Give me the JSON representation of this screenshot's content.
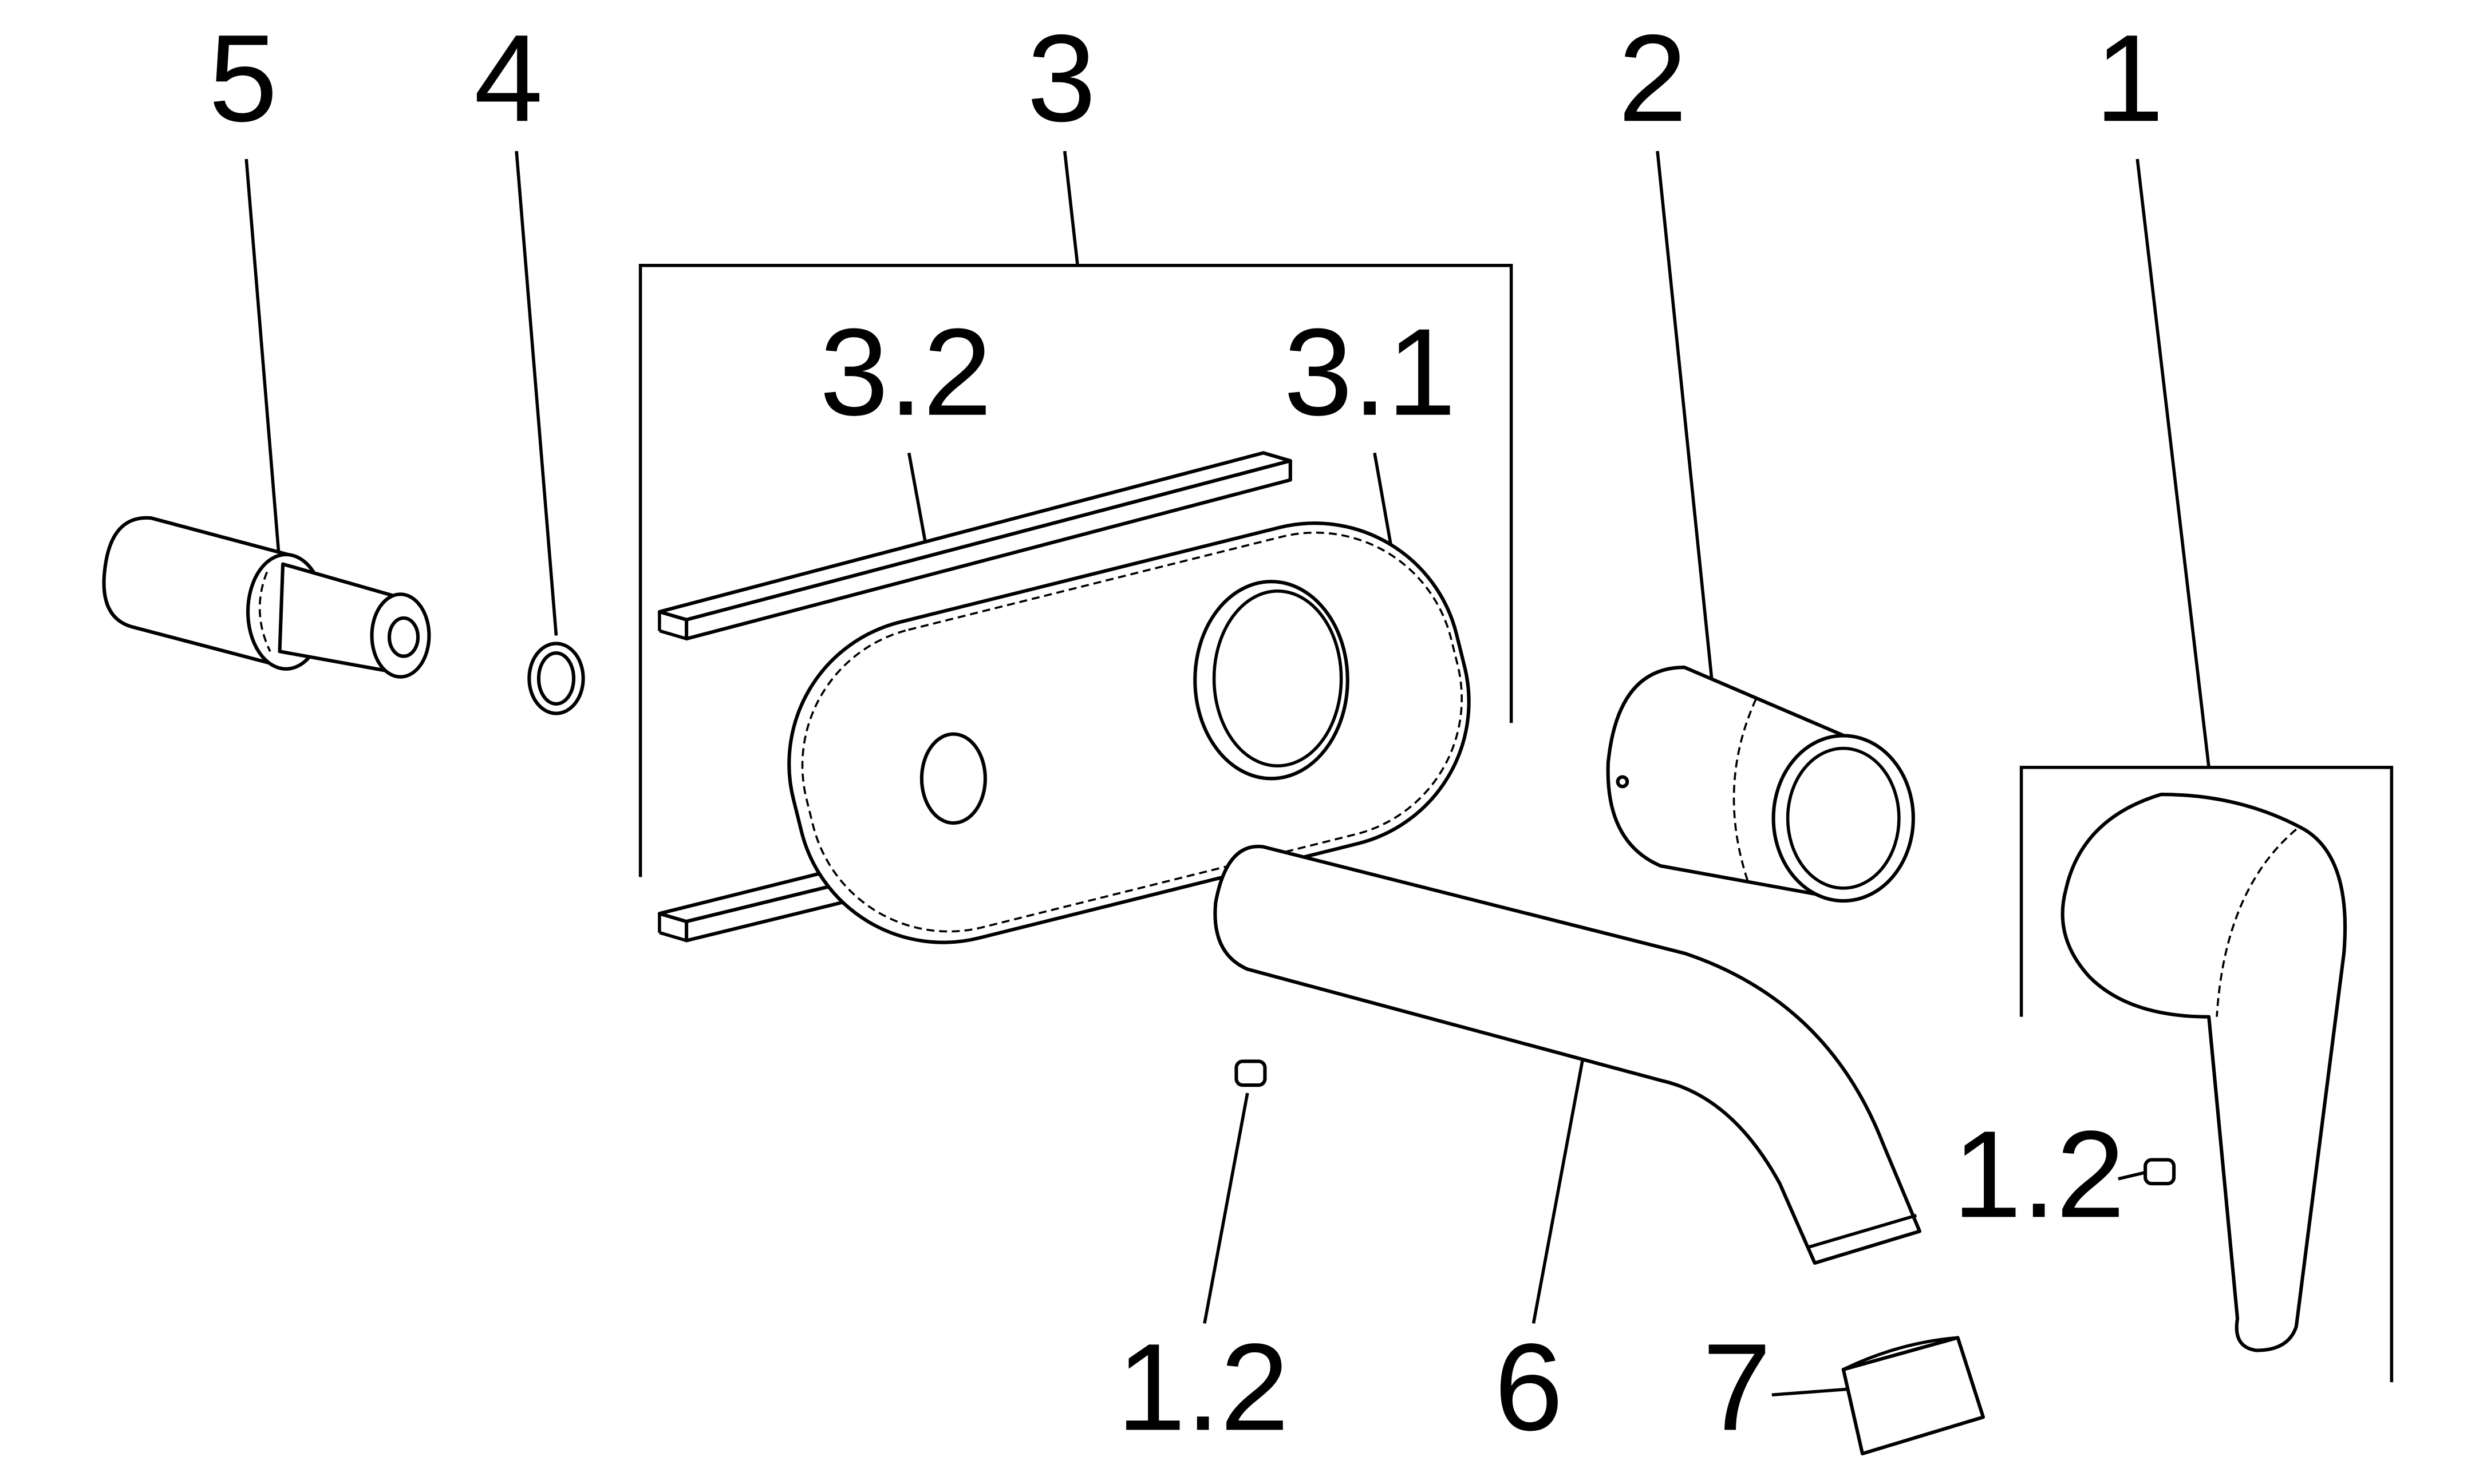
{
  "diagram": {
    "labels": {
      "part_5": "5",
      "part_4": "4",
      "part_3": "3",
      "part_2": "2",
      "part_1": "1",
      "part_3_2": "3.2",
      "part_3_1": "3.1",
      "part_1_2_left": "1.2",
      "part_6": "6",
      "part_7": "7",
      "part_1_2_right": "1.2"
    },
    "colors": {
      "line": "#000000",
      "background": "#ffffff"
    }
  }
}
